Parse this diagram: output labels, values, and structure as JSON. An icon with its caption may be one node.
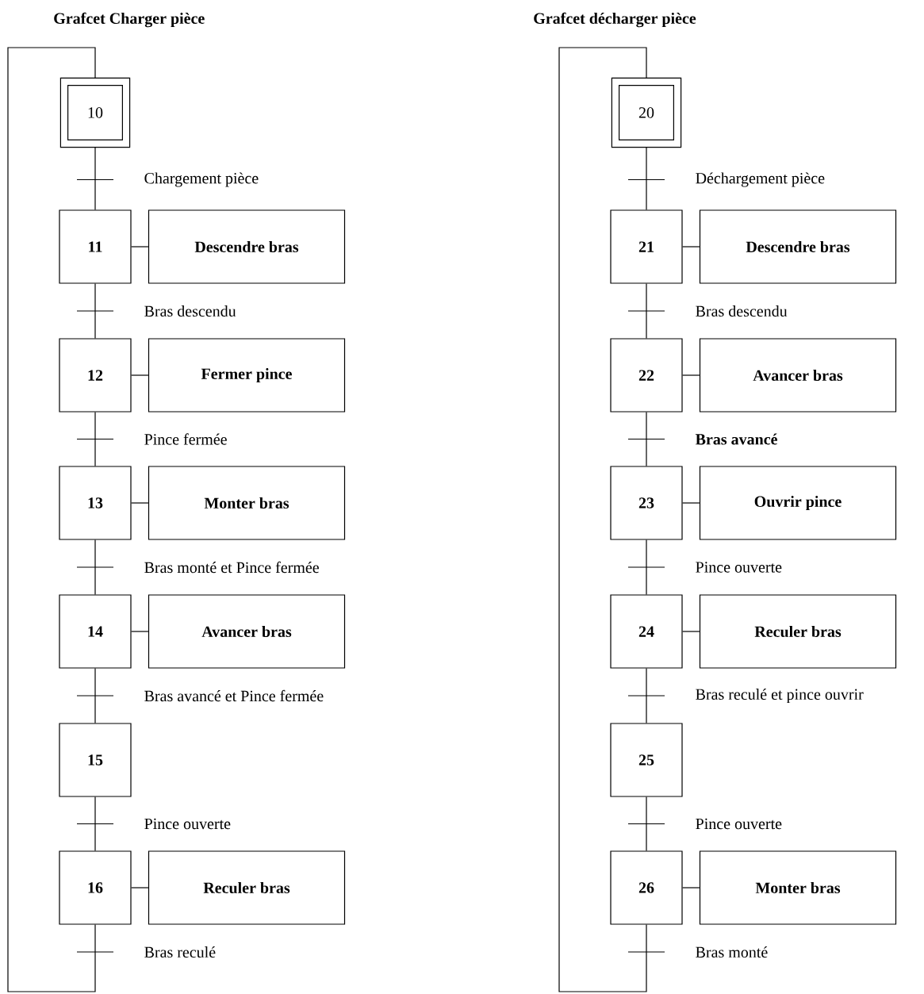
{
  "diagram": {
    "nodes": [
      {
        "text": [
          "10"
        ]
      },
      {
        "text": [
          "11"
        ]
      },
      {
        "text": [
          "Descendre bras"
        ]
      },
      {
        "text": [
          "12"
        ]
      },
      {
        "text": [
          "Fermer pince"
        ]
      },
      {
        "text": [
          "13"
        ]
      },
      {
        "text": [
          "Monter bras"
        ]
      },
      {
        "text": [
          "14"
        ]
      },
      {
        "text": [
          "Avancer bras"
        ]
      },
      {
        "text": [
          "15"
        ]
      },
      {
        "text": [
          "16"
        ]
      },
      {
        "text": [
          "Reculer bras"
        ]
      },
      {
        "text": [
          "20"
        ]
      },
      {
        "text": [
          "21"
        ]
      },
      {
        "text": [
          "Descendre bras"
        ]
      },
      {
        "text": [
          "22"
        ]
      },
      {
        "text": [
          "Avancer bras"
        ]
      },
      {
        "text": [
          "23"
        ]
      },
      {
        "text": [
          "Ouvrir pince"
        ]
      },
      {
        "text": [
          "24"
        ]
      },
      {
        "text": [
          "Reculer bras"
        ]
      },
      {
        "text": [
          "25"
        ]
      },
      {
        "text": [
          "26"
        ]
      },
      {
        "text": [
          "Monter bras"
        ]
      }
    ],
    "edges": [
      {
        "from": 0,
        "to": 1,
        "arrow": "none",
        "label": "Chargement pièce"
      },
      {
        "from": 1,
        "to": 2,
        "arrow": "none"
      },
      {
        "from": 1,
        "to": 3,
        "arrow": "none",
        "label": "Bras descendu"
      },
      {
        "from": 3,
        "to": 4,
        "arrow": "none"
      },
      {
        "from": 3,
        "to": 5,
        "arrow": "none",
        "label": "Pince fermée"
      },
      {
        "from": 5,
        "to": 6,
        "arrow": "none"
      },
      {
        "from": 5,
        "to": 7,
        "arrow": "none",
        "label": "Bras monté et Pince fermée"
      },
      {
        "from": 7,
        "to": 8,
        "arrow": "none"
      },
      {
        "from": 7,
        "to": 9,
        "arrow": "none",
        "label": "Bras avancé et Pince fermée"
      },
      {
        "from": 9,
        "to": 10,
        "arrow": "none",
        "label": "Pince ouverte"
      },
      {
        "from": 10,
        "to": 11,
        "arrow": "none"
      },
      {
        "from": 10,
        "to": 0,
        "arrow": "none",
        "label": "Bras reculé"
      },
      {
        "from": 12,
        "to": 13,
        "arrow": "none",
        "label": "Déchargement pièce"
      },
      {
        "from": 13,
        "to": 14,
        "arrow": "none"
      },
      {
        "from": 13,
        "to": 15,
        "arrow": "none",
        "label": "Bras descendu"
      },
      {
        "from": 15,
        "to": 16,
        "arrow": "none"
      },
      {
        "from": 15,
        "to": 17,
        "arrow": "none",
        "label": "**Bras avancé**"
      },
      {
        "from": 17,
        "to": 18,
        "arrow": "none"
      },
      {
        "from": 17,
        "to": 19,
        "arrow": "none",
        "label": "Pince ouverte"
      },
      {
        "from": 19,
        "to": 20,
        "arrow": "none"
      },
      {
        "from": 19,
        "to": 21,
        "arrow": "none",
        "label": "Bras reculé et pince ouvrir"
      },
      {
        "from": 21,
        "to": 22,
        "arrow": "none",
        "label": "Pince ouverte"
      },
      {
        "from": 22,
        "to": 23,
        "arrow": "none"
      },
      {
        "from": 22,
        "to": 12,
        "arrow": "none",
        "label": "Bras monté"
      }
    ],
    "labels": [
      "Grafcet Charger pièce",
      "Grafcet décharger pièce"
    ]
  }
}
